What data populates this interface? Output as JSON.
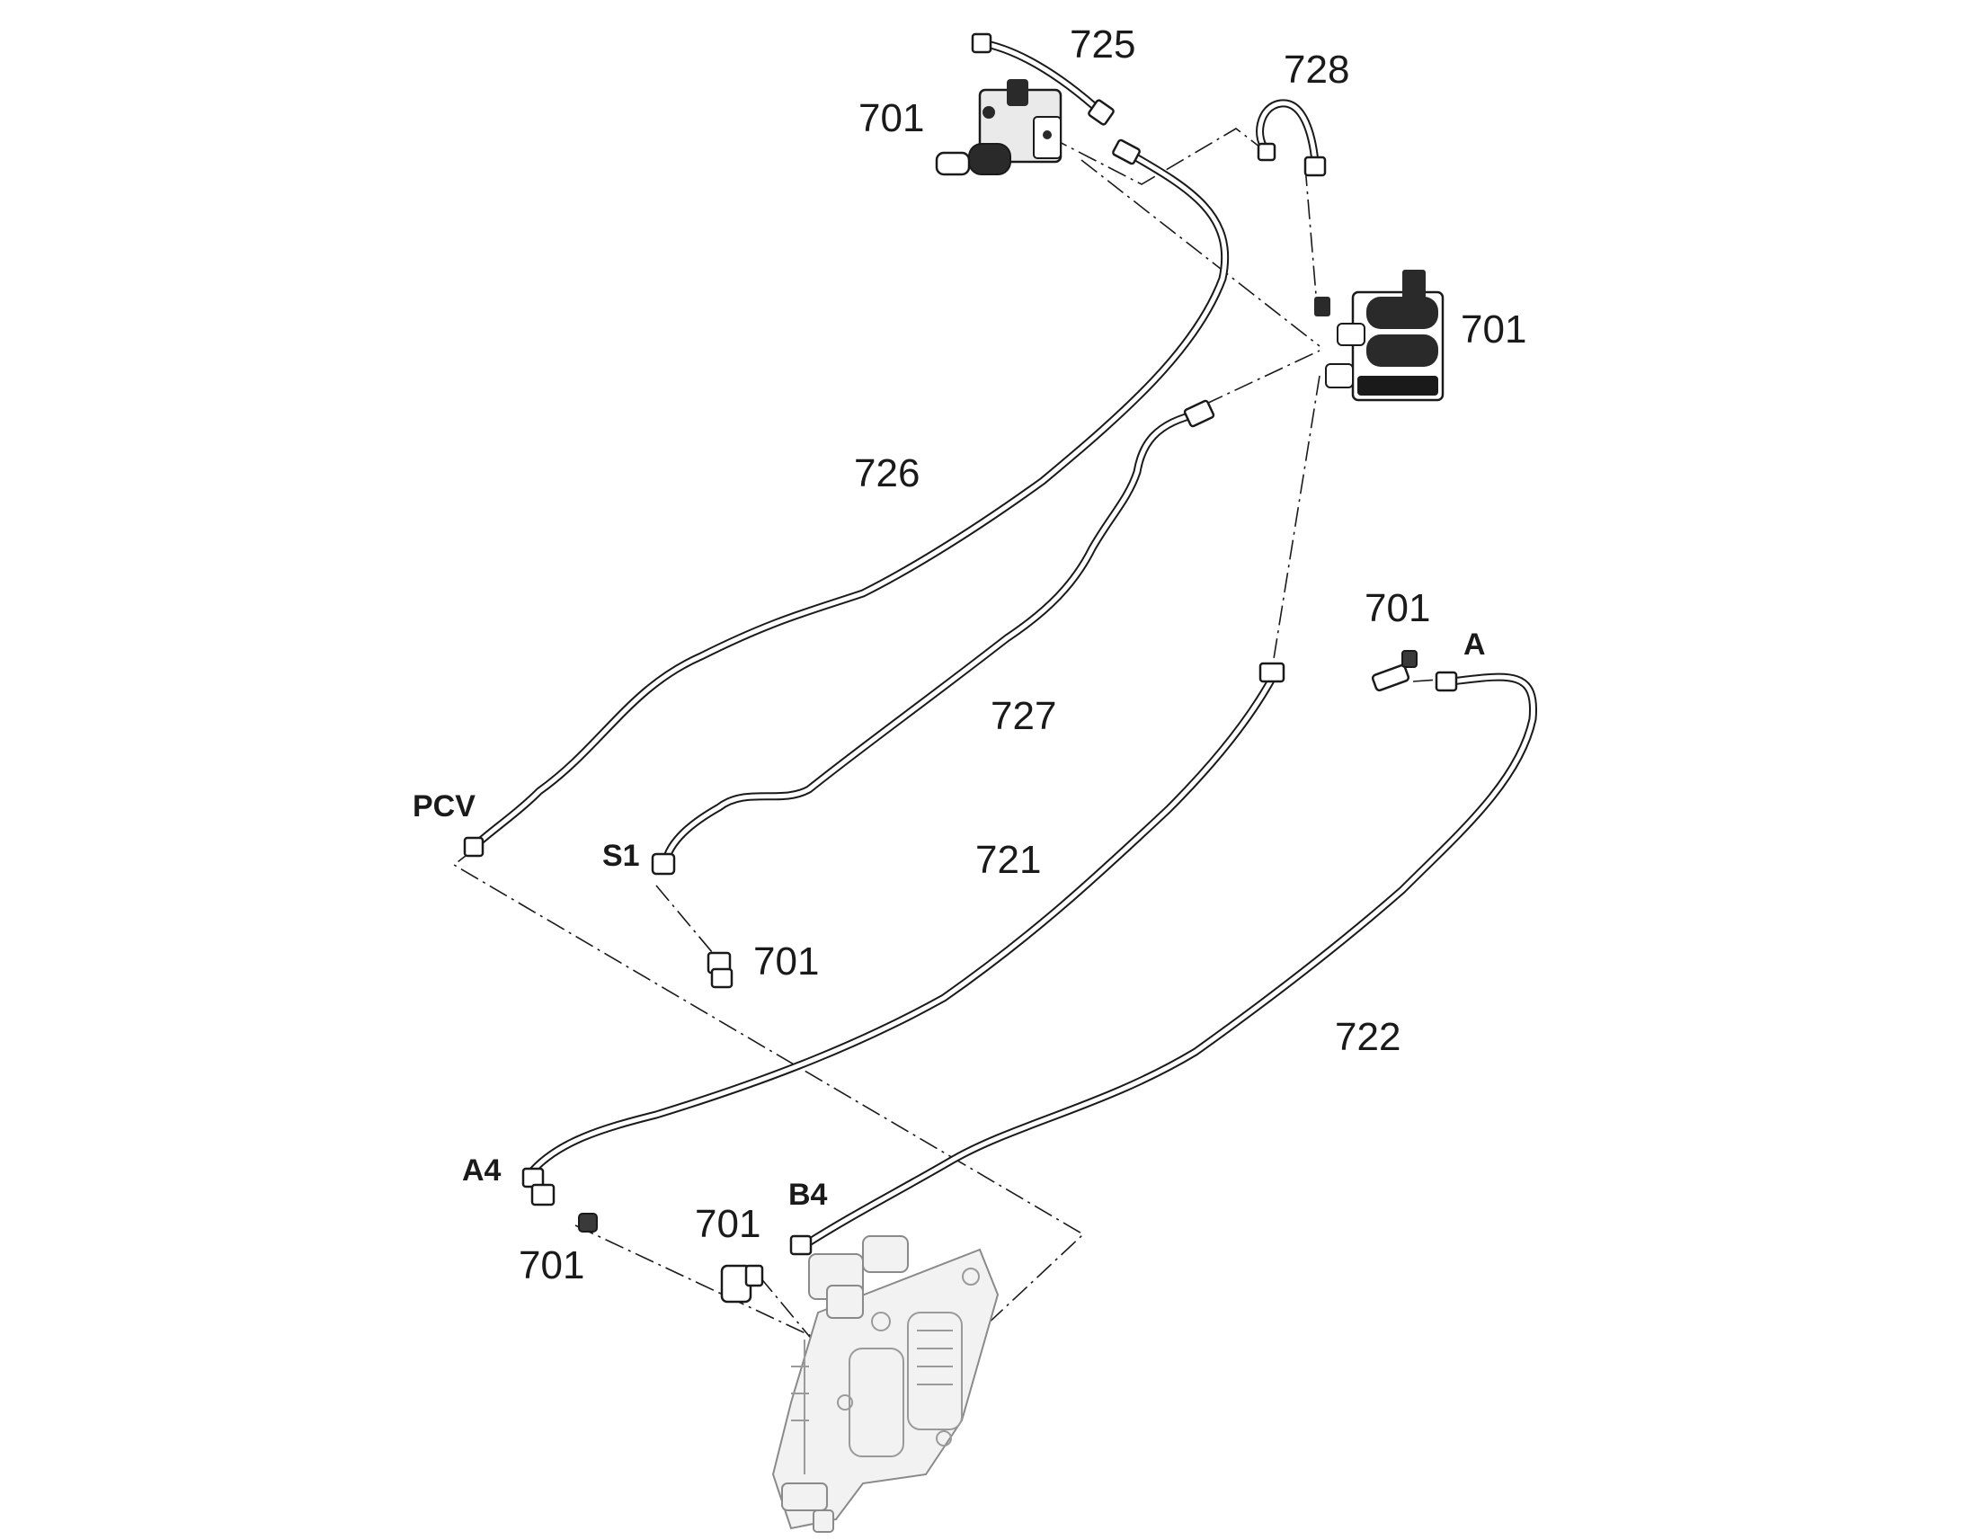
{
  "diagram": {
    "callouts": {
      "c725": "725",
      "c728": "728",
      "c701_top": "701",
      "c701_right": "701",
      "c726": "726",
      "c727": "727",
      "c721": "721",
      "c722": "722",
      "c701_a": "701",
      "c701_s1": "701",
      "c701_b4": "701",
      "c701_a4": "701"
    },
    "ports": {
      "pcv": "PCV",
      "s1": "S1",
      "a": "A",
      "a4": "A4",
      "b4": "B4"
    },
    "colors": {
      "line": "#1a1a1a",
      "hose_fill": "#ffffff",
      "component_fill": "#e8e8e8",
      "component_dark": "#2a2a2a",
      "ghost_part": "#9a9a9a"
    }
  }
}
